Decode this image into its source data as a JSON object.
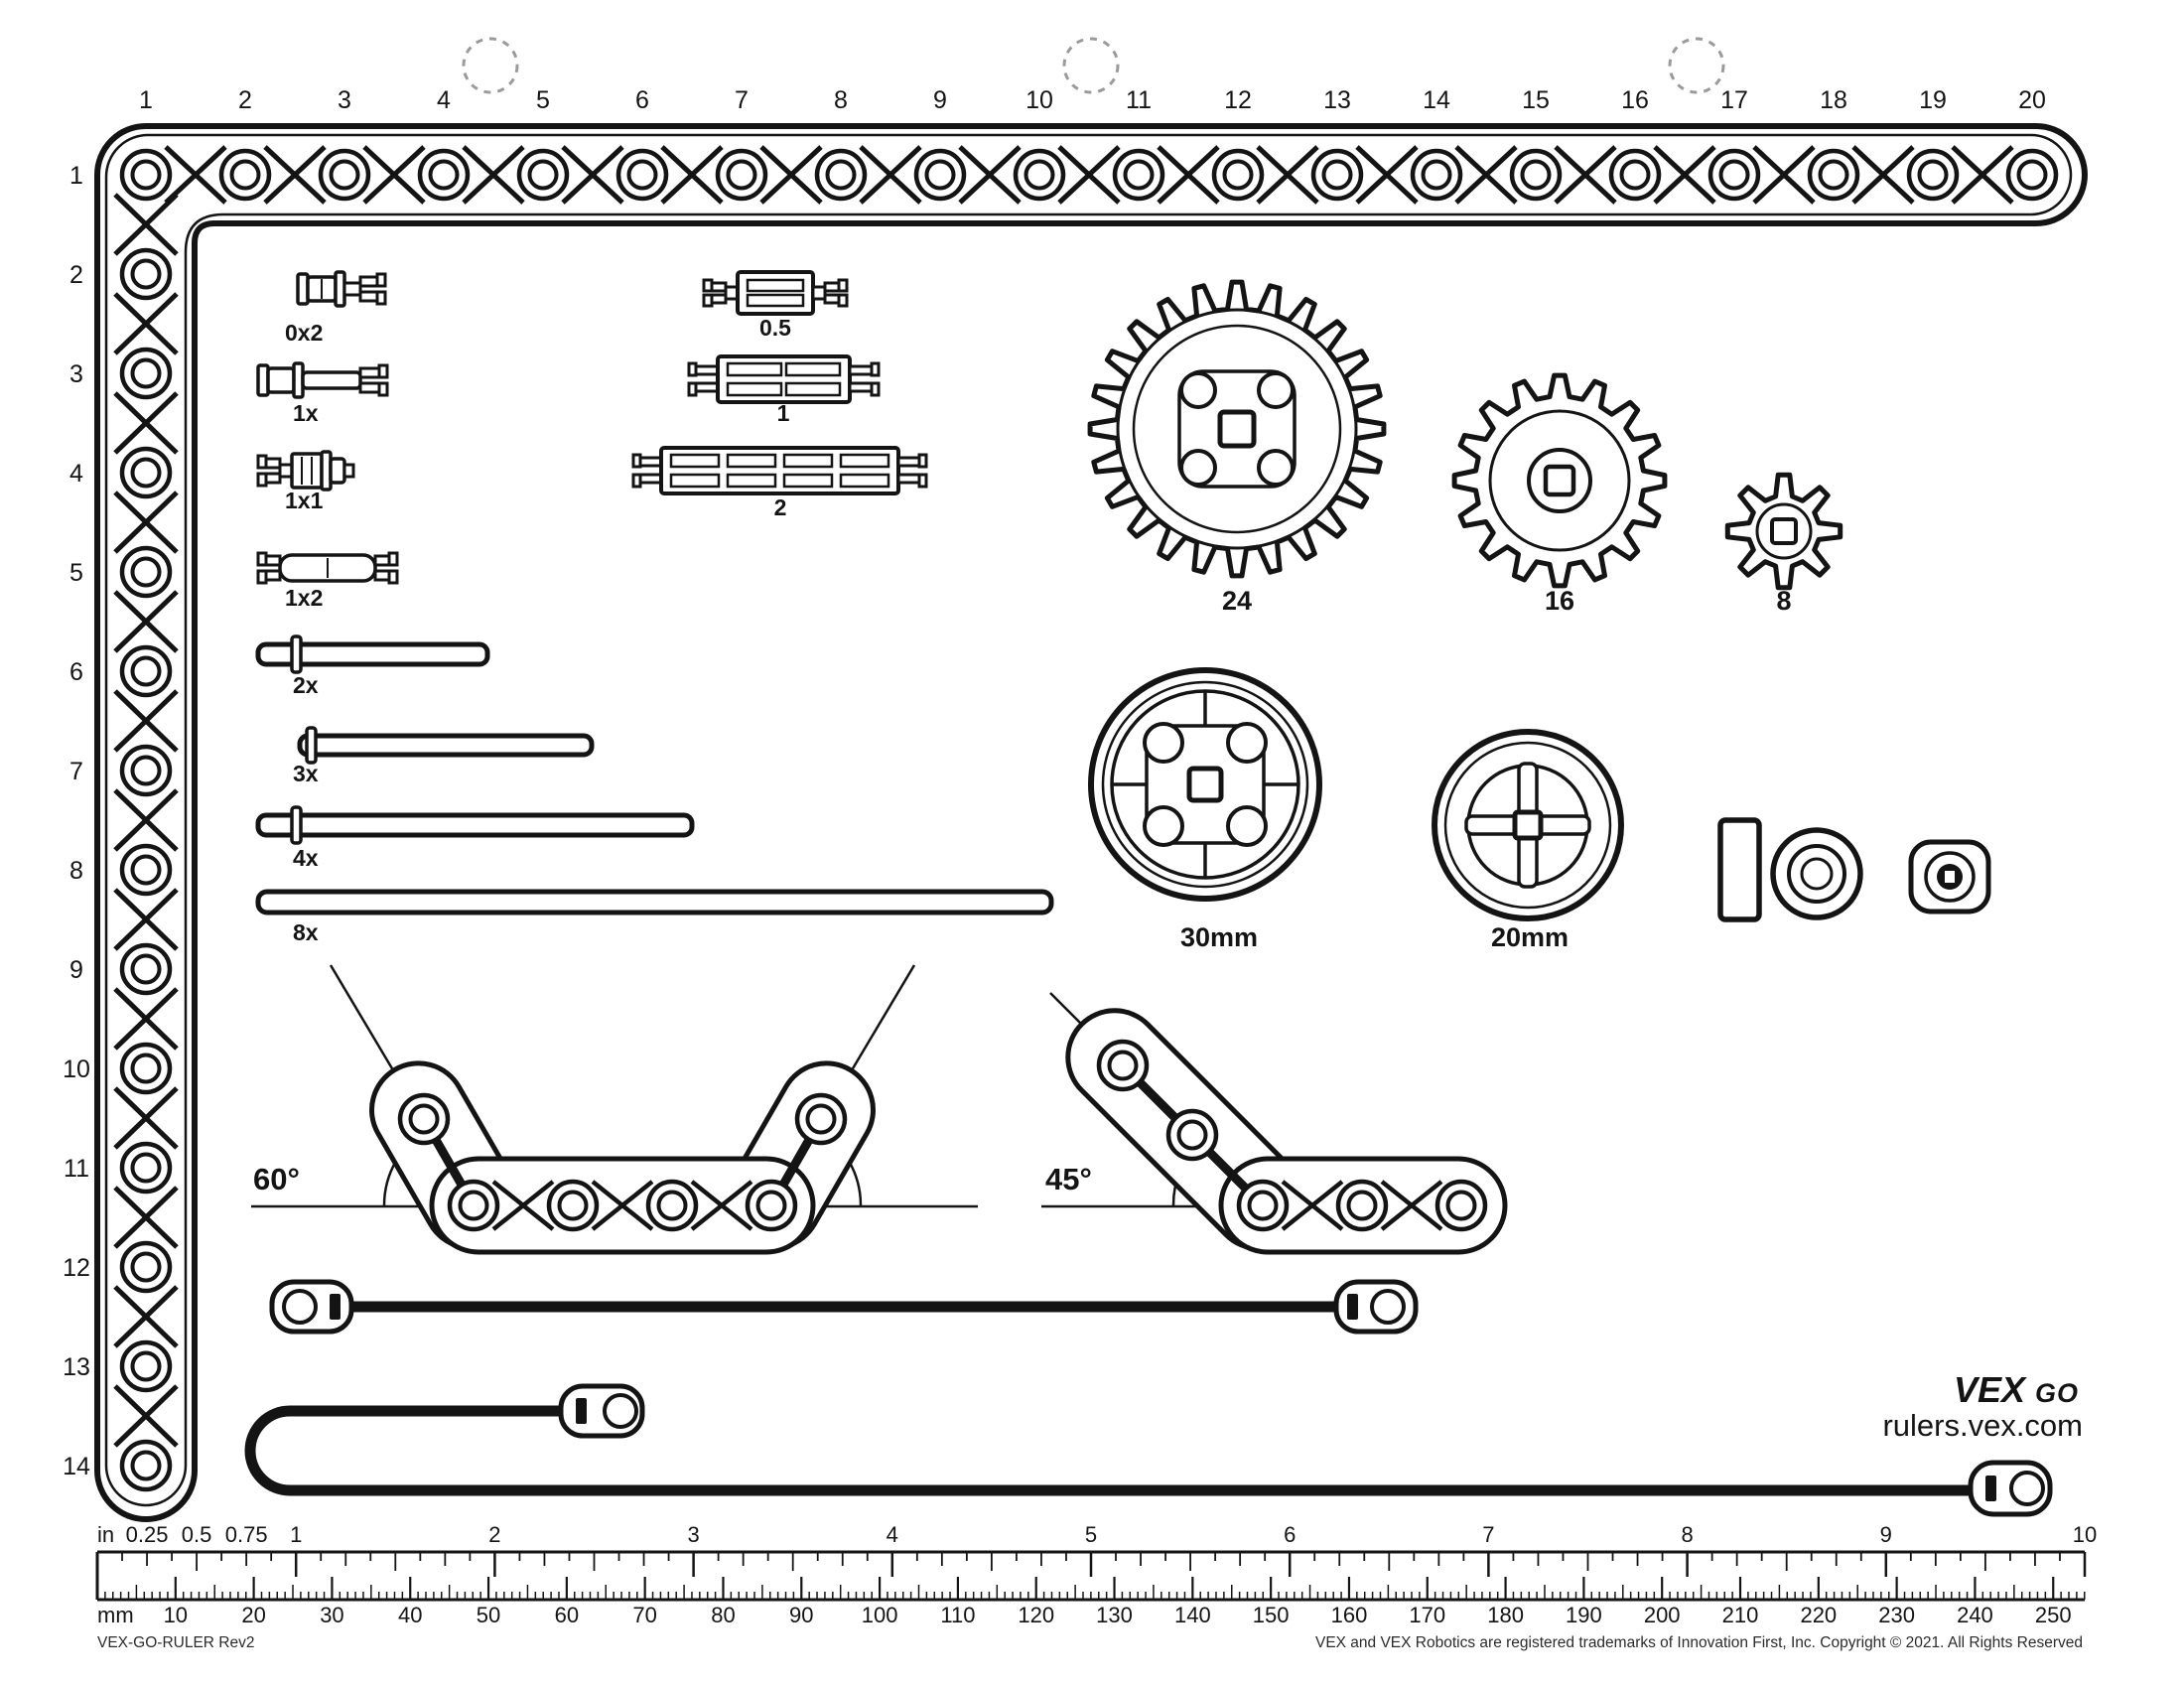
{
  "beams": {
    "horizontal_labels": [
      "1",
      "2",
      "3",
      "4",
      "5",
      "6",
      "7",
      "8",
      "9",
      "10",
      "11",
      "12",
      "13",
      "14",
      "15",
      "16",
      "17",
      "18",
      "19",
      "20"
    ],
    "vertical_labels": [
      "1",
      "2",
      "3",
      "4",
      "5",
      "6",
      "7",
      "8",
      "9",
      "10",
      "11",
      "12",
      "13",
      "14"
    ]
  },
  "parts": {
    "pins": [
      {
        "label": "0x2"
      },
      {
        "label": "1x"
      },
      {
        "label": "1x1"
      },
      {
        "label": "1x2"
      }
    ],
    "shafts": [
      {
        "label": "2x"
      },
      {
        "label": "3x"
      },
      {
        "label": "4x"
      },
      {
        "label": "8x"
      }
    ],
    "standoffs": [
      {
        "label": "0.5"
      },
      {
        "label": "1"
      },
      {
        "label": "2"
      }
    ],
    "gears": [
      {
        "label": "24",
        "teeth": 24
      },
      {
        "label": "16",
        "teeth": 16
      },
      {
        "label": "8",
        "teeth": 8
      }
    ],
    "wheels": [
      {
        "label": "30mm"
      },
      {
        "label": "20mm"
      }
    ],
    "angle_beams": [
      {
        "label": "60°",
        "angle_deg": 60
      },
      {
        "label": "45°",
        "angle_deg": 45
      }
    ]
  },
  "ruler": {
    "inch_unit": "in",
    "inch_labels": [
      "0.25",
      "0.5",
      "0.75",
      "1",
      "2",
      "3",
      "4",
      "5",
      "6",
      "7",
      "8",
      "9",
      "10"
    ],
    "mm_unit": "mm",
    "mm_labels": [
      "10",
      "20",
      "30",
      "40",
      "50",
      "60",
      "70",
      "80",
      "90",
      "100",
      "110",
      "120",
      "130",
      "140",
      "150",
      "160",
      "170",
      "180",
      "190",
      "200",
      "210",
      "220",
      "230",
      "240",
      "250"
    ]
  },
  "footer": {
    "doc_ref": "VEX-GO-RULER Rev2",
    "copyright": "VEX and VEX Robotics are registered trademarks of Innovation First, Inc. Copyright © 2021. All Rights Reserved",
    "logo_vex": "VEX",
    "logo_go": "GO",
    "url": "rulers.vex.com"
  },
  "colors": {
    "ink": "#141414",
    "guide": "#9a9a9a",
    "background": "#ffffff"
  }
}
